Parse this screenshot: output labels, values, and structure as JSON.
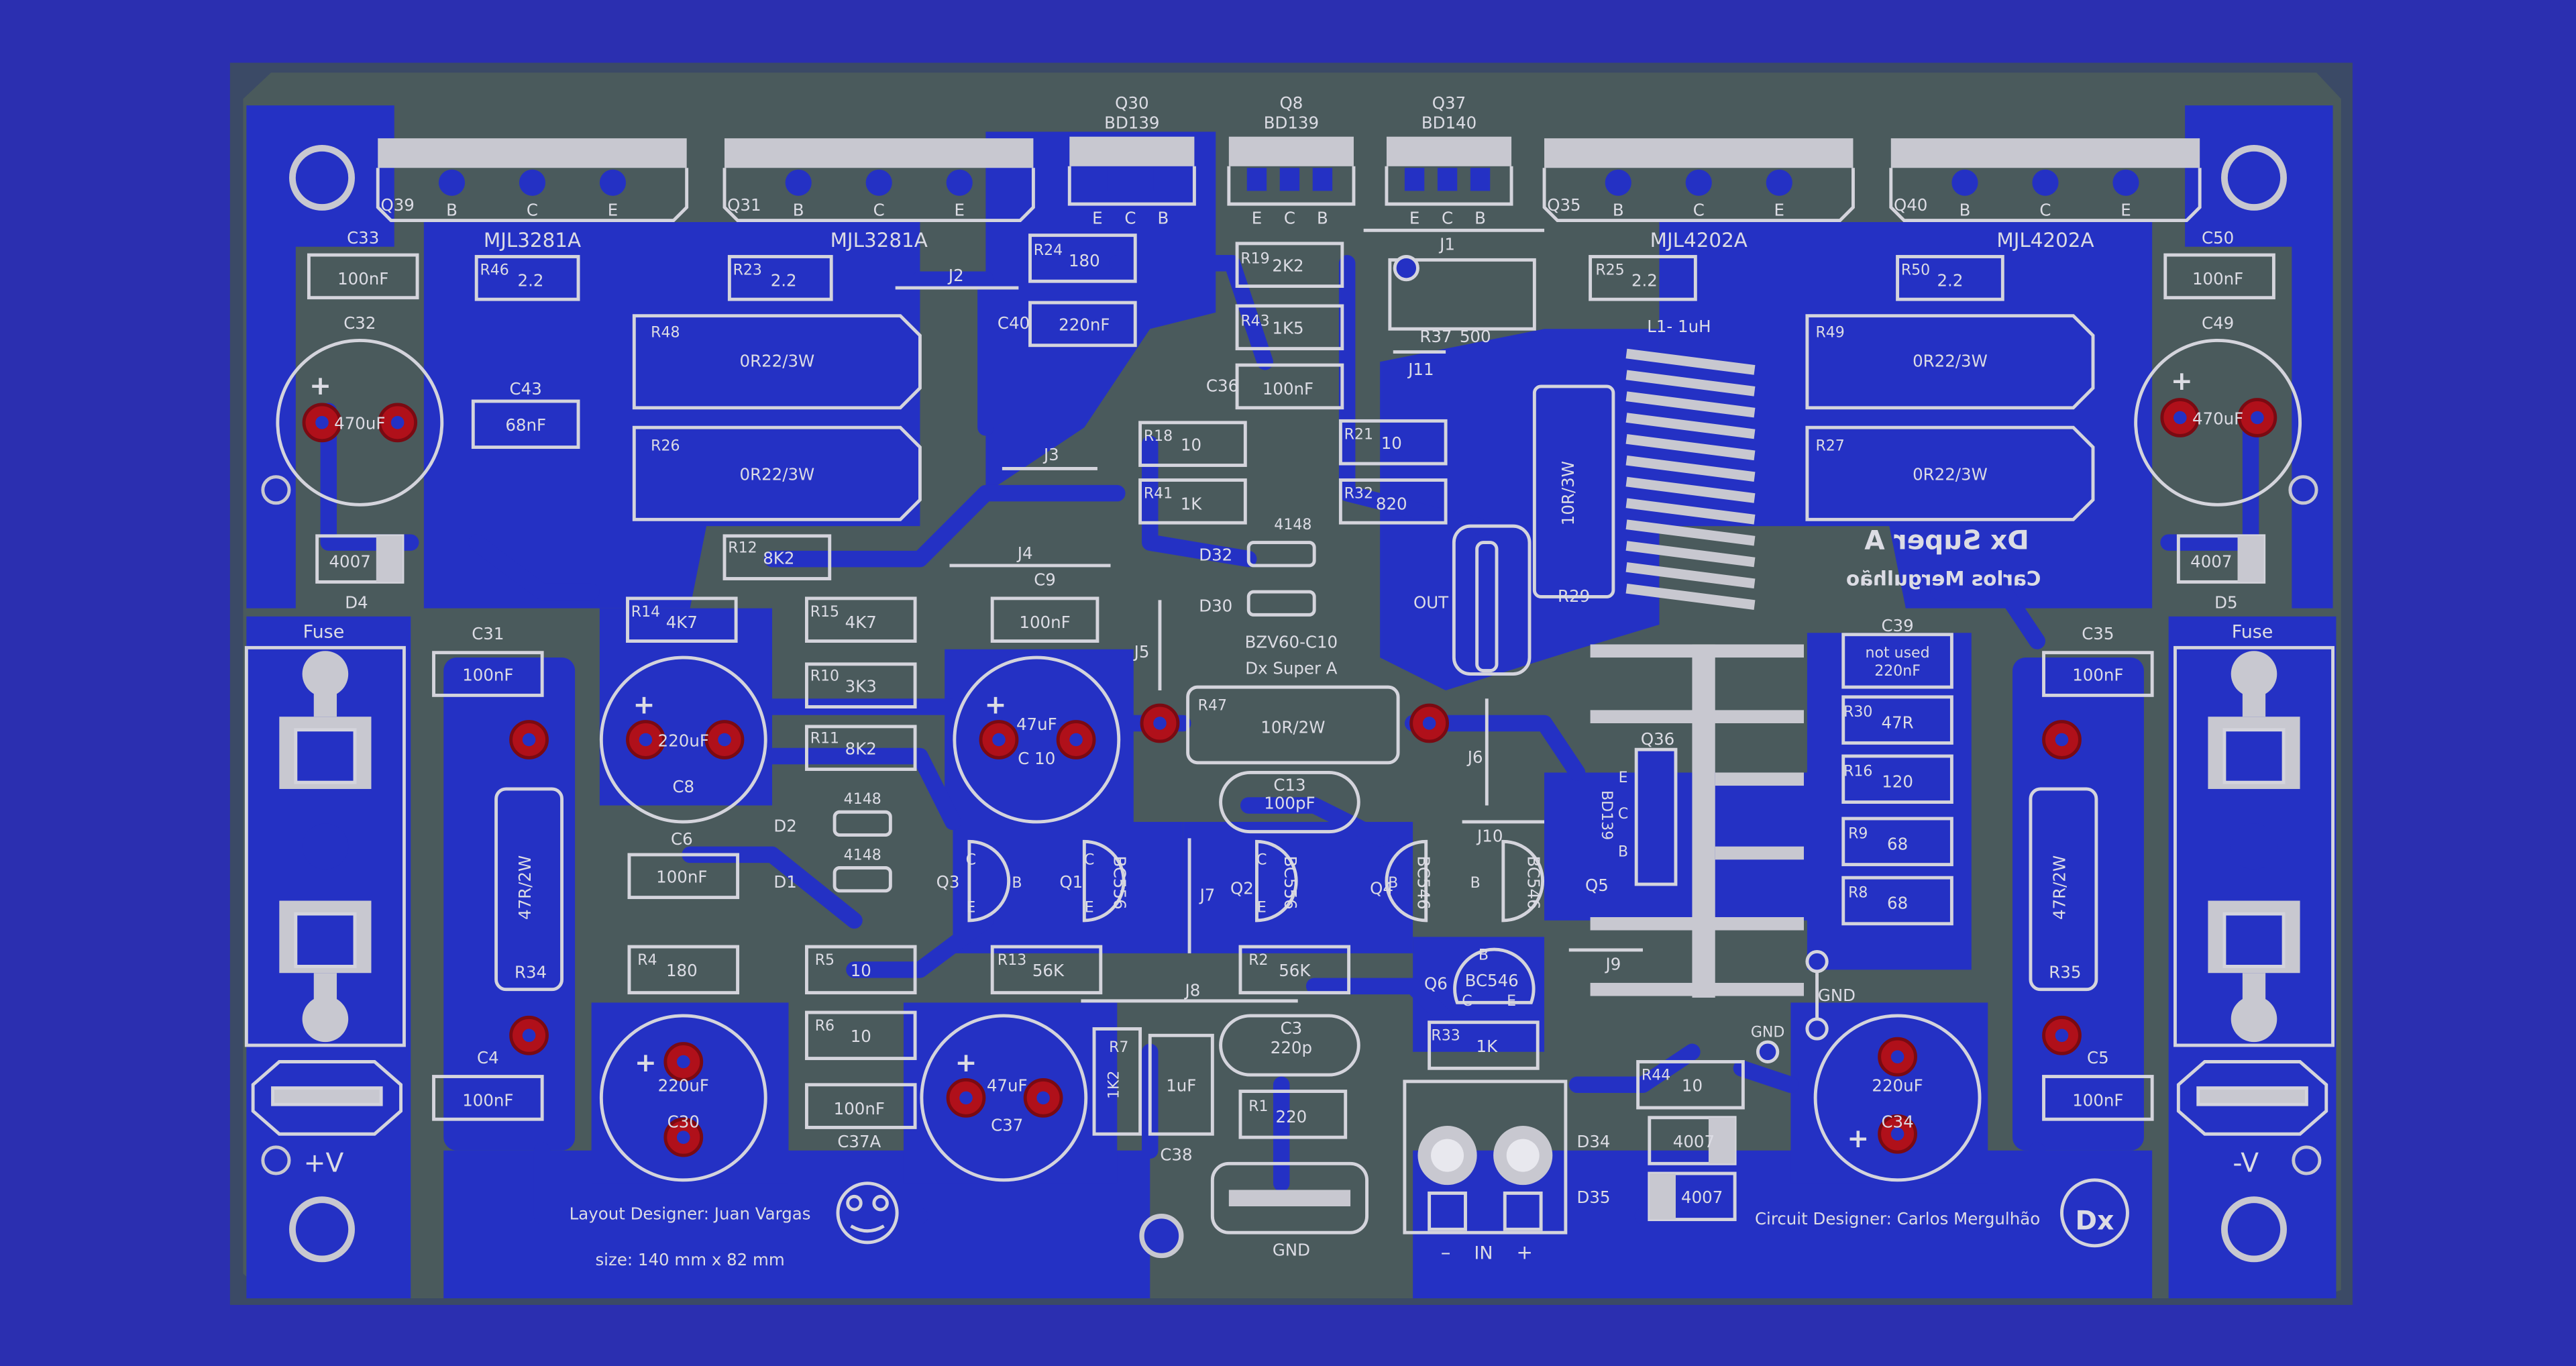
{
  "colors": {
    "background": "#2b2fb0",
    "board_outline": "#3b4a66",
    "ground_plane": "#4a5a5c",
    "copper_traces": "#2030c8",
    "silkscreen": "#d4d4dc",
    "pad_red": "#b0101a",
    "pad_silver": "#c8c8d0"
  },
  "transistors_top": [
    {
      "ref": "Q39",
      "part": "MJL3281A",
      "pins": [
        "B",
        "C",
        "E"
      ]
    },
    {
      "ref": "Q31",
      "part": "MJL3281A",
      "pins": [
        "B",
        "C",
        "E"
      ]
    },
    {
      "ref": "Q30",
      "part": "BD139",
      "pins": [
        "E",
        "C",
        "B"
      ]
    },
    {
      "ref": "Q8",
      "part": "BD139",
      "pins": [
        "E",
        "C",
        "B"
      ]
    },
    {
      "ref": "Q37",
      "part": "BD140",
      "pins": [
        "E",
        "C",
        "B"
      ]
    },
    {
      "ref": "Q35",
      "part": "MJL4202A",
      "pins": [
        "B",
        "C",
        "E"
      ]
    },
    {
      "ref": "Q40",
      "part": "MJL4202A",
      "pins": [
        "B",
        "C",
        "E"
      ]
    }
  ],
  "resistors": [
    {
      "ref": "R46",
      "value": "2.2"
    },
    {
      "ref": "R23",
      "value": "2.2"
    },
    {
      "ref": "R24",
      "value": "180"
    },
    {
      "ref": "R19",
      "value": "2K2"
    },
    {
      "ref": "R43",
      "value": "1K5"
    },
    {
      "ref": "R37",
      "value": "500"
    },
    {
      "ref": "R25",
      "value": "2.2"
    },
    {
      "ref": "R50",
      "value": "2.2"
    },
    {
      "ref": "R48",
      "value": "0R22/3W"
    },
    {
      "ref": "R26",
      "value": "0R22/3W"
    },
    {
      "ref": "R49",
      "value": "0R22/3W"
    },
    {
      "ref": "R27",
      "value": "0R22/3W"
    },
    {
      "ref": "R18",
      "value": "10"
    },
    {
      "ref": "R41",
      "value": "1K"
    },
    {
      "ref": "R21",
      "value": "10"
    },
    {
      "ref": "R32",
      "value": "820"
    },
    {
      "ref": "R29",
      "value": "10R/3W"
    },
    {
      "ref": "R12",
      "value": "8K2"
    },
    {
      "ref": "R14",
      "value": "4K7"
    },
    {
      "ref": "R15",
      "value": "4K7"
    },
    {
      "ref": "R10",
      "value": "3K3"
    },
    {
      "ref": "R11",
      "value": "8K2"
    },
    {
      "ref": "R47",
      "value": "10R/2W"
    },
    {
      "ref": "R30",
      "value": "47R"
    },
    {
      "ref": "R16",
      "value": "120"
    },
    {
      "ref": "R9",
      "value": "68"
    },
    {
      "ref": "R8",
      "value": "68"
    },
    {
      "ref": "R34",
      "value": "47R/2W"
    },
    {
      "ref": "R35",
      "value": "47R/2W"
    },
    {
      "ref": "R4",
      "value": "180"
    },
    {
      "ref": "R5",
      "value": "10"
    },
    {
      "ref": "R6",
      "value": "10"
    },
    {
      "ref": "R13",
      "value": "56K"
    },
    {
      "ref": "R2",
      "value": "56K"
    },
    {
      "ref": "R7",
      "value": "1K2"
    },
    {
      "ref": "R1",
      "value": "220"
    },
    {
      "ref": "R33",
      "value": "1K"
    },
    {
      "ref": "R44",
      "value": "10"
    }
  ],
  "capacitors": [
    {
      "ref": "C33",
      "value": "100nF"
    },
    {
      "ref": "C32",
      "value": "470uF"
    },
    {
      "ref": "C43",
      "value": "68nF"
    },
    {
      "ref": "C40",
      "value": "220nF"
    },
    {
      "ref": "C36",
      "value": "100nF"
    },
    {
      "ref": "C50",
      "value": "100nF"
    },
    {
      "ref": "C49",
      "value": "470uF"
    },
    {
      "ref": "C9",
      "value": "100nF"
    },
    {
      "ref": "C31",
      "value": "100nF"
    },
    {
      "ref": "C8",
      "value": "220uF"
    },
    {
      "ref": "C10",
      "value": "47uF"
    },
    {
      "ref": "C6",
      "value": "100nF"
    },
    {
      "ref": "C13",
      "value": "100pF"
    },
    {
      "ref": "C39",
      "value": "220nF",
      "note": "not used"
    },
    {
      "ref": "C35",
      "value": "100nF"
    },
    {
      "ref": "C4",
      "value": "100nF"
    },
    {
      "ref": "C30",
      "value": "220uF"
    },
    {
      "ref": "C37A",
      "value": "100nF"
    },
    {
      "ref": "C37",
      "value": "47uF"
    },
    {
      "ref": "C38",
      "value": "1uF"
    },
    {
      "ref": "C3",
      "value": "220p"
    },
    {
      "ref": "C34",
      "value": "220uF"
    },
    {
      "ref": "C5",
      "value": "100nF"
    }
  ],
  "diodes": [
    {
      "ref": "D4",
      "value": "4007"
    },
    {
      "ref": "D5",
      "value": "4007"
    },
    {
      "ref": "D32",
      "value": "4148"
    },
    {
      "ref": "D30",
      "value": "BZV60-C10"
    },
    {
      "ref": "D2",
      "value": "4148"
    },
    {
      "ref": "D1",
      "value": "4148"
    },
    {
      "ref": "D34",
      "value": "4007"
    },
    {
      "ref": "D35",
      "value": "4007"
    }
  ],
  "small_transistors": [
    {
      "ref": "Q3",
      "part": ""
    },
    {
      "ref": "Q1",
      "part": "BC556"
    },
    {
      "ref": "Q2",
      "part": "BC556"
    },
    {
      "ref": "Q4",
      "part": "BC546"
    },
    {
      "ref": "Q5",
      "part": "BC546"
    },
    {
      "ref": "Q6",
      "part": "BC546"
    },
    {
      "ref": "Q36",
      "part": "BD139"
    }
  ],
  "jumpers": [
    "J1",
    "J2",
    "J3",
    "J4",
    "J5",
    "J6",
    "J7",
    "J8",
    "J9",
    "J10",
    "J11"
  ],
  "labels": {
    "inductor": "L1- 1uH",
    "out": "OUT",
    "fuse_left": "Fuse",
    "fuse_right": "Fuse",
    "plus_v": "+V",
    "minus_v": "-V",
    "gnd": "GND",
    "gnd_bottom": "GND",
    "in_minus": "–",
    "in": "IN",
    "in_plus": "+",
    "dx_super_a": "Dx Super A",
    "title_mirror": "Dx Super A",
    "designer_mirror": "Carlos Mergulhão",
    "layout_designer": "Layout Designer:  Juan Vargas",
    "size": "size: 140 mm x 82 mm",
    "circuit_designer": "Circuit Designer:  Carlos Mergulhão",
    "logo": "Dx"
  }
}
